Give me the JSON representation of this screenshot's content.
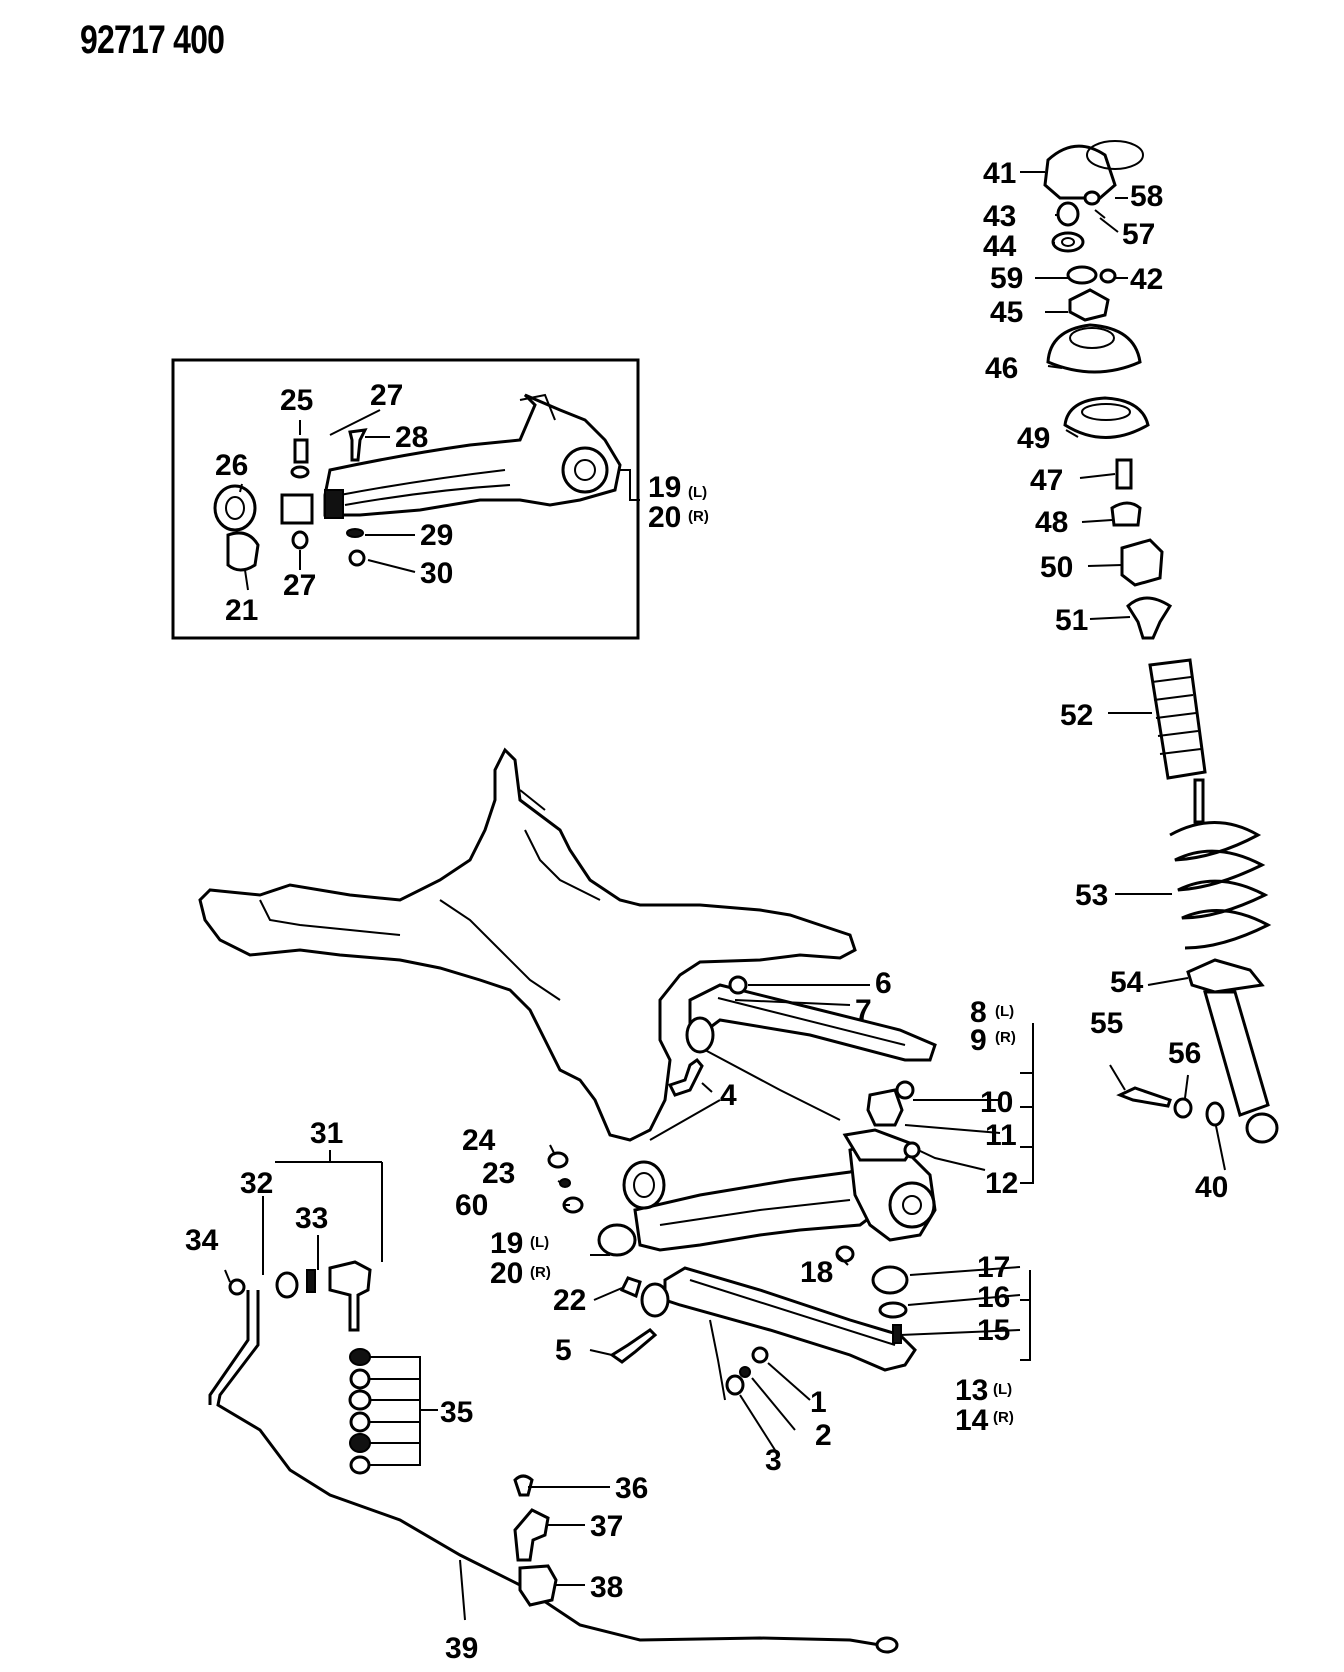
{
  "header": {
    "diagram_number": "92717 400"
  },
  "callouts": {
    "c1": "1",
    "c2": "2",
    "c3": "3",
    "c4": "4",
    "c5": "5",
    "c6": "6",
    "c7": "7",
    "c8": "8",
    "c8s": "(L)",
    "c9": "9",
    "c9s": "(R)",
    "c10": "10",
    "c11": "11",
    "c12": "12",
    "c13": "13",
    "c13s": "(L)",
    "c14": "14",
    "c14s": "(R)",
    "c15": "15",
    "c16": "16",
    "c17": "17",
    "c18": "18",
    "c19a": "19",
    "c19as": "(L)",
    "c20a": "20",
    "c20as": "(R)",
    "c19b": "19",
    "c19bs": "(L)",
    "c20b": "20",
    "c20bs": "(R)",
    "c21": "21",
    "c22": "22",
    "c23": "23",
    "c24": "24",
    "c25": "25",
    "c26": "26",
    "c27a": "27",
    "c27b": "27",
    "c28": "28",
    "c29": "29",
    "c30": "30",
    "c31": "31",
    "c32": "32",
    "c33": "33",
    "c34": "34",
    "c35": "35",
    "c36": "36",
    "c37": "37",
    "c38": "38",
    "c39": "39",
    "c40": "40",
    "c41": "41",
    "c42": "42",
    "c43": "43",
    "c44": "44",
    "c45": "45",
    "c46": "46",
    "c47": "47",
    "c48": "48",
    "c49": "49",
    "c50": "50",
    "c51": "51",
    "c52": "52",
    "c53": "53",
    "c54": "54",
    "c55": "55",
    "c56": "56",
    "c57": "57",
    "c58": "58",
    "c59": "59",
    "c60": "60"
  }
}
